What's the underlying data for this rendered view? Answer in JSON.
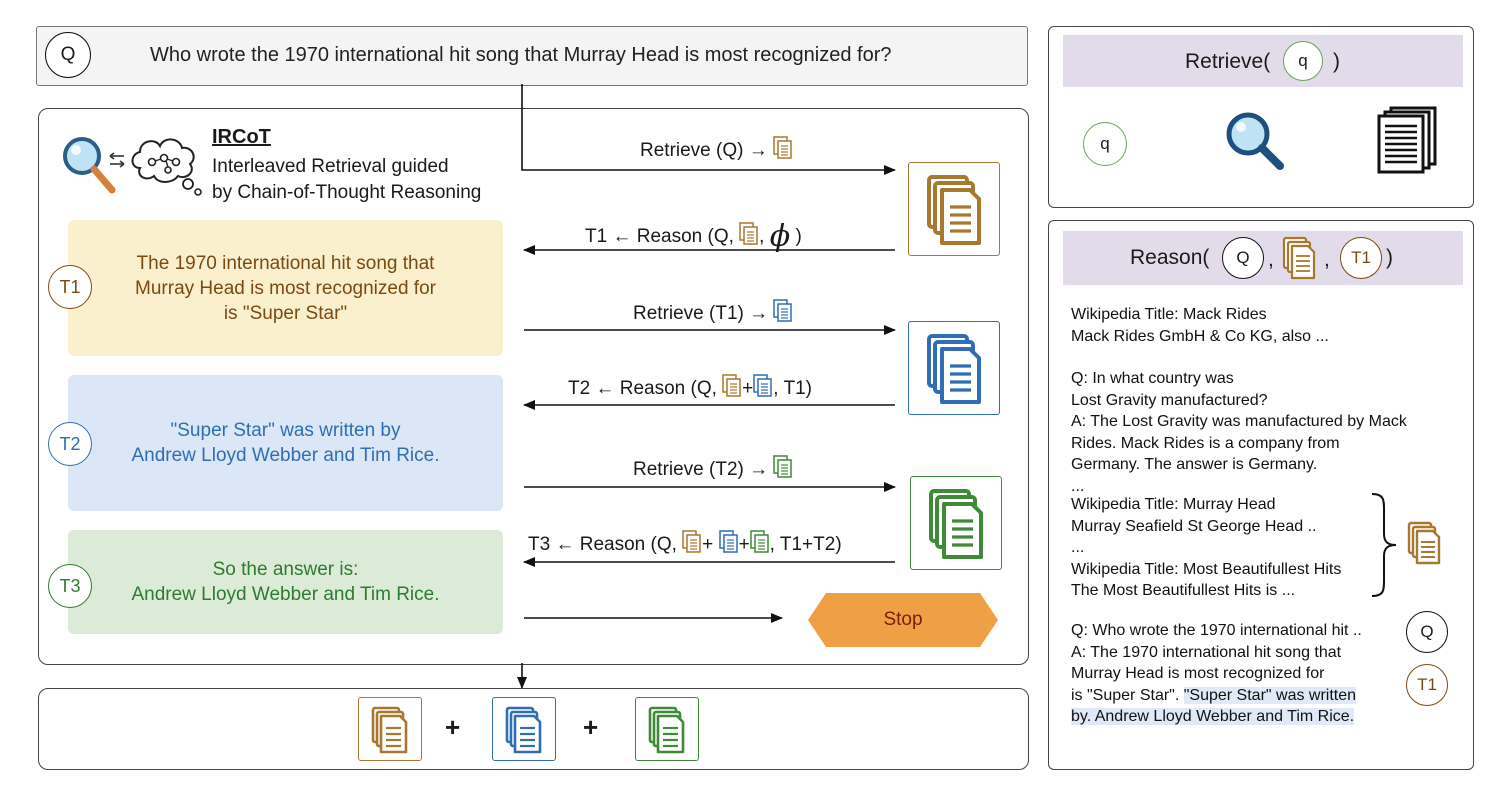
{
  "question": {
    "badge": "Q",
    "text": "Who wrote the 1970 international hit song that Murray Head is most recognized for?"
  },
  "ircot": {
    "title": "IRCoT",
    "subtitle_line1": "Interleaved Retrieval guided",
    "subtitle_line2": "by Chain-of-Thought Reasoning"
  },
  "thoughts": [
    {
      "badge": "T1",
      "lines": [
        "The 1970 international hit song that",
        "Murray Head is most recognized for",
        "is \"Super Star\""
      ],
      "color": "#7a4a12",
      "bg": "#fbf0ce"
    },
    {
      "badge": "T2",
      "lines": [
        "\"Super Star\" was written by",
        "Andrew Lloyd Webber and Tim Rice."
      ],
      "color": "#2f6db5",
      "bg": "#dbe6f6"
    },
    {
      "badge": "T3",
      "lines": [
        "So the answer is:",
        "Andrew Lloyd Webber and Tim Rice."
      ],
      "color": "#2e7a2e",
      "bg": "#dcebd8"
    }
  ],
  "steps": {
    "retrieve_q": "Retrieve (Q) →",
    "reason1_pre": "T1 ← Reason (Q,",
    "reason1_phi": "ϕ",
    "reason1_post": ")",
    "retrieve_t1": "Retrieve (T1) →",
    "reason2_pre": "T2 ← Reason (Q,",
    "reason2_plus": "+",
    "reason2_post": ", T1)",
    "retrieve_t2": "Retrieve (T2) →",
    "reason3_pre": "T3 ← Reason (Q,",
    "reason3_plus1": "+",
    "reason3_plus2": "+",
    "reason3_post": ", T1+T2)",
    "stop": "Stop"
  },
  "bottom": {
    "plus1": "+",
    "plus2": "+"
  },
  "retrieve_panel": {
    "title_pre": "Retrieve(",
    "title_post": ")",
    "q": "q"
  },
  "reason_panel": {
    "title_pre": "Reason(",
    "sep1": ",",
    "sep2": ",",
    "title_post": ")",
    "q_badge": "Q",
    "t1_badge": "T1",
    "block1": [
      "Wikipedia Title: Mack Rides",
      "Mack Rides GmbH & Co KG, also ..."
    ],
    "block2": [
      "Q: In what country was",
      "Lost Gravity manufactured?",
      "A: The Lost Gravity was manufactured by Mack",
      "Rides. Mack Rides is a company from",
      "Germany. The answer is Germany.",
      "..."
    ],
    "block3": [
      "Wikipedia Title: Murray Head",
      "Murray Seafield St George Head ..",
      "...",
      "Wikipedia Title: Most Beautifullest Hits",
      "The Most Beautifullest Hits is ..."
    ],
    "block4_q": "Q: Who wrote the 1970 international hit ..",
    "block4_a1": "A: The 1970 international hit song that",
    "block4_a2": "Murray Head is most recognized for",
    "block4_a3_plain": "is \"Super Star\". ",
    "block4_a3_hl": "\"Super Star\" was written",
    "block4_a4_hl": "by. Andrew Lloyd Webber and Tim Rice."
  },
  "colors": {
    "brown": "#a8782e",
    "blue": "#2f6db5",
    "green": "#3f8a36",
    "stop": "#f0a044",
    "panel_header": "#e2dcea"
  }
}
